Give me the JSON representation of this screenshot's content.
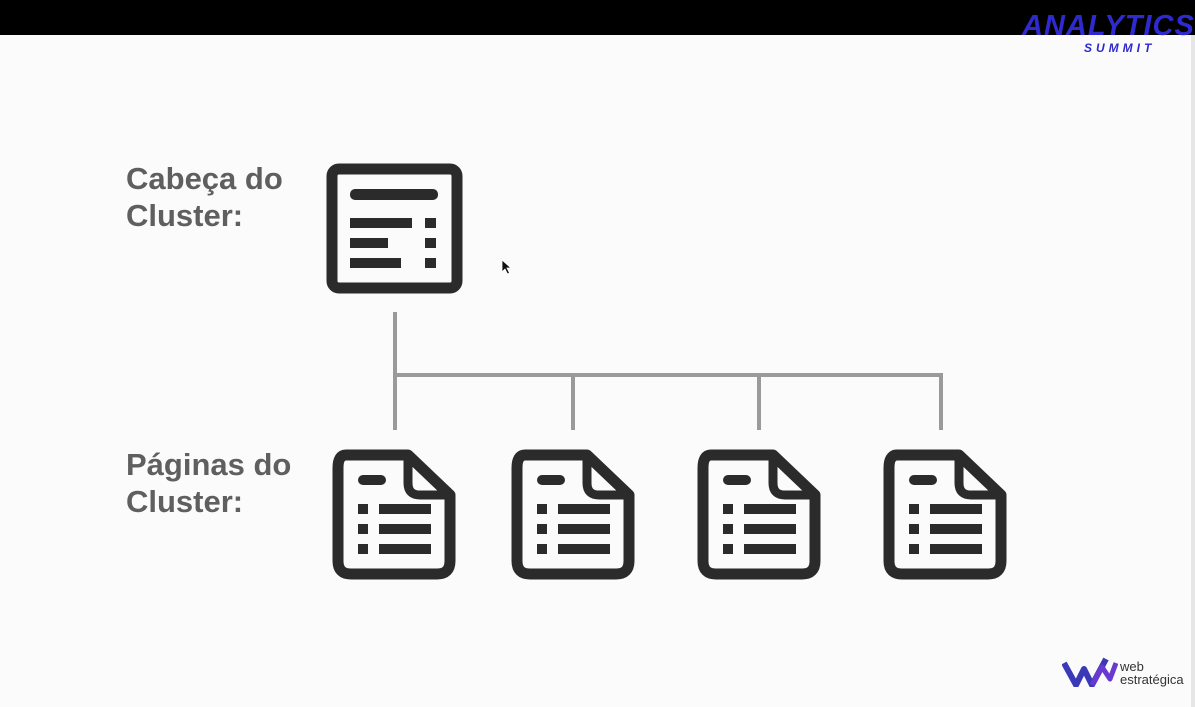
{
  "slide": {
    "head_label_line1": "Cabeça do",
    "head_label_line2": "Cluster:",
    "pages_label_line1": "Páginas do",
    "pages_label_line2": "Cluster:"
  },
  "branding": {
    "analytics_logo_line1": "ANALYTICS",
    "analytics_logo_line2": "SUMMIT",
    "web_logo_line1": "web",
    "web_logo_line2": "estratégica"
  },
  "icons": {
    "head_icon": "document-list-icon",
    "page_icon": "file-list-icon"
  },
  "colors": {
    "icon": "#2b2b2b",
    "connector": "#9a9a9a",
    "label_text": "#5f5f5f",
    "brand_primary": "#2f2ad0",
    "web_mark": "#3a3ab8"
  }
}
